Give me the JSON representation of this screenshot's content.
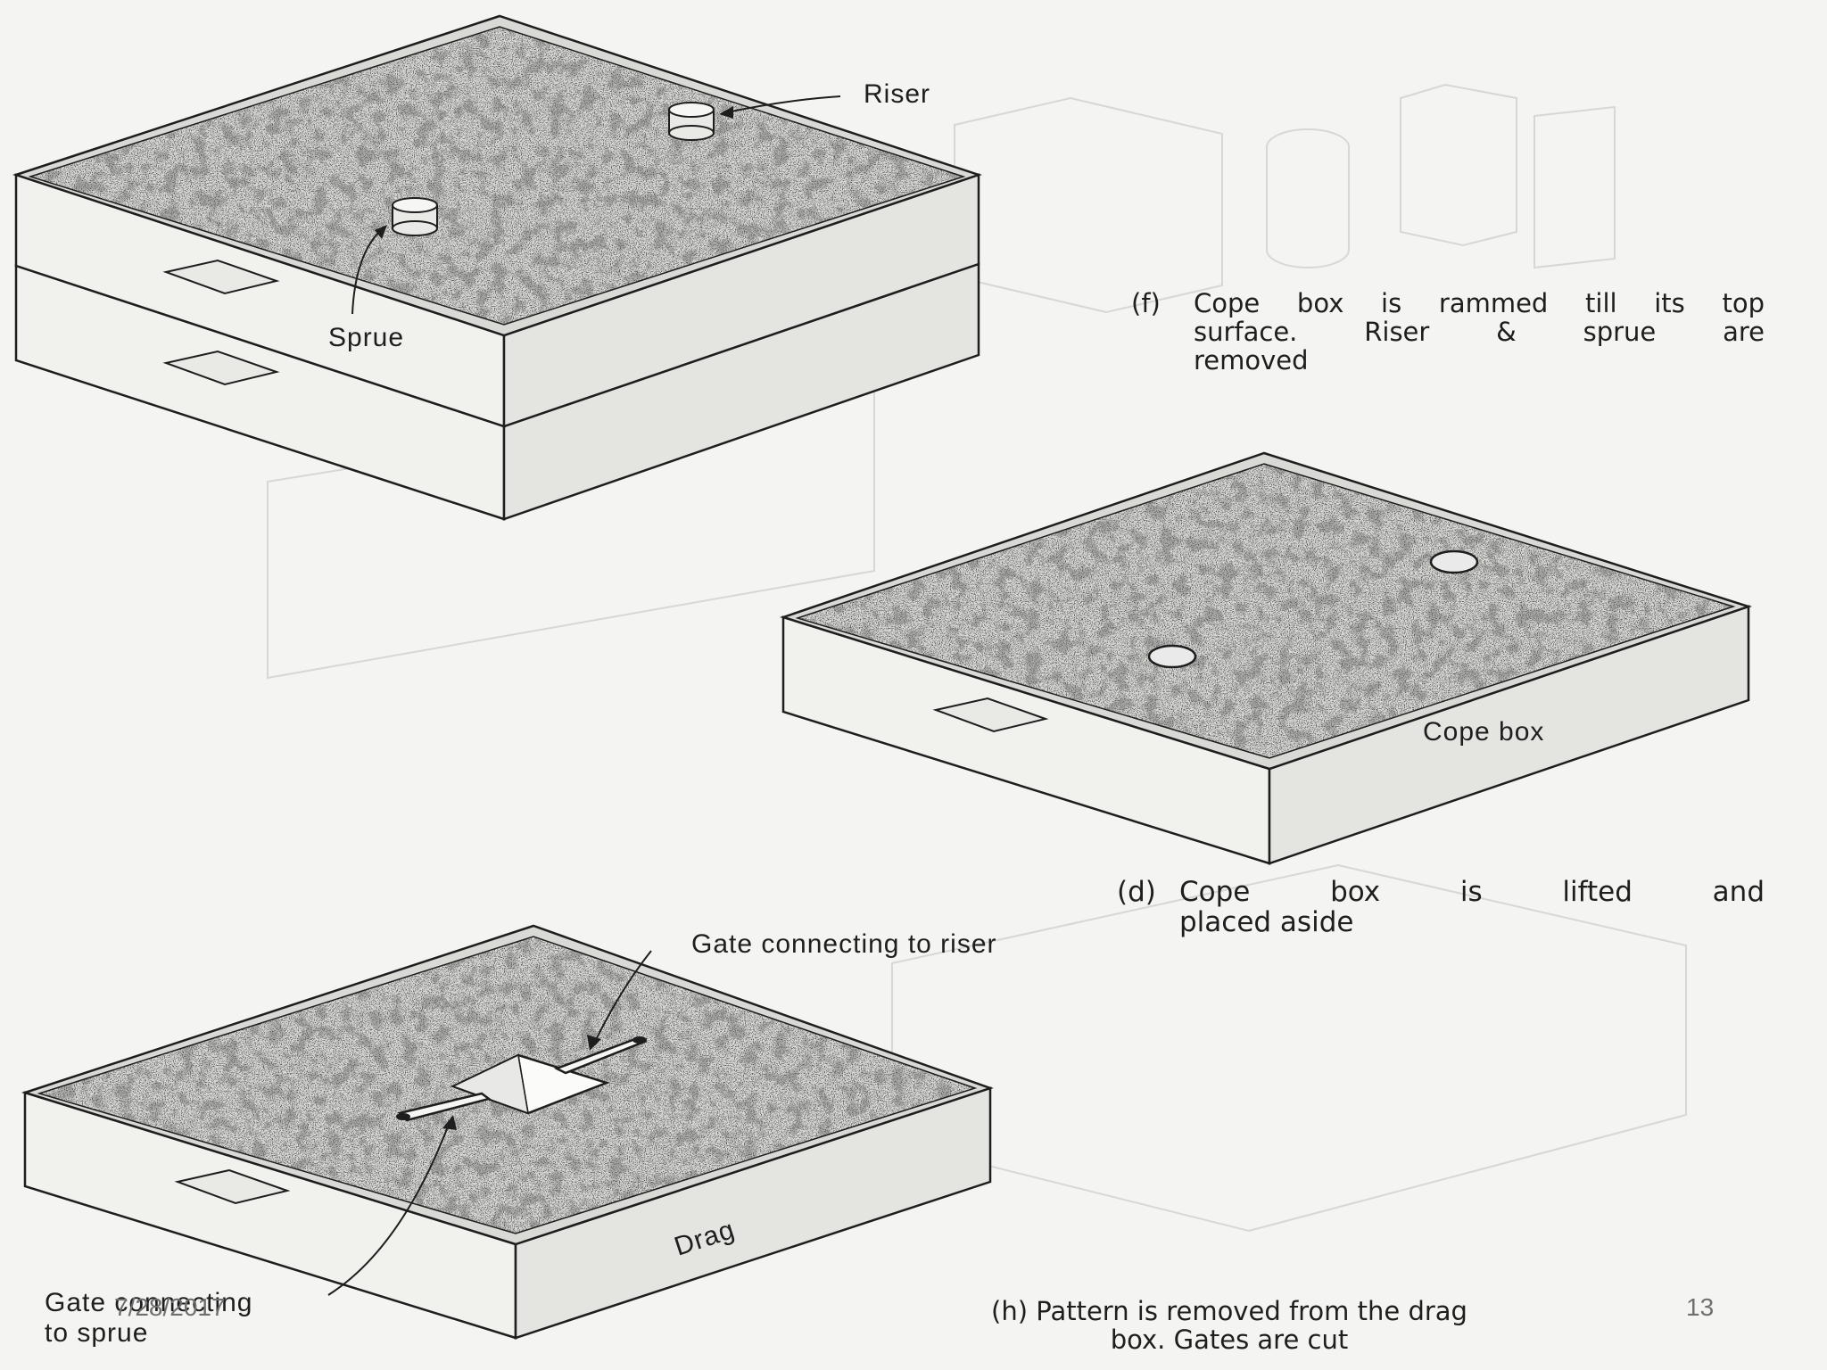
{
  "labels": {
    "riser": "Riser",
    "sprue": "Sprue",
    "cope_box": "Cope box",
    "gate_to_riser": "Gate connecting to riser",
    "drag": "Drag",
    "gate_to_sprue_1": "Gate connecting",
    "gate_to_sprue_2": "to sprue"
  },
  "captions": {
    "f": {
      "tag": "(f)",
      "lines": [
        "Cope box is rammed till its top",
        "surface. Riser & sprue are",
        "removed"
      ]
    },
    "d": {
      "tag": "(d)",
      "lines": [
        "Cope box is lifted and",
        "placed aside"
      ]
    },
    "h": {
      "lines": [
        "(h) Pattern is removed from the drag",
        "box. Gates are cut"
      ]
    }
  },
  "footer": {
    "date": "7/28/2017",
    "page_number": "13"
  },
  "colors": {
    "ink": "#1e1e1e",
    "paper": "#f4f4f2",
    "sand_top": "#d9d9d6",
    "side_left": "#f1f1ee",
    "side_right": "#e4e4e0"
  }
}
